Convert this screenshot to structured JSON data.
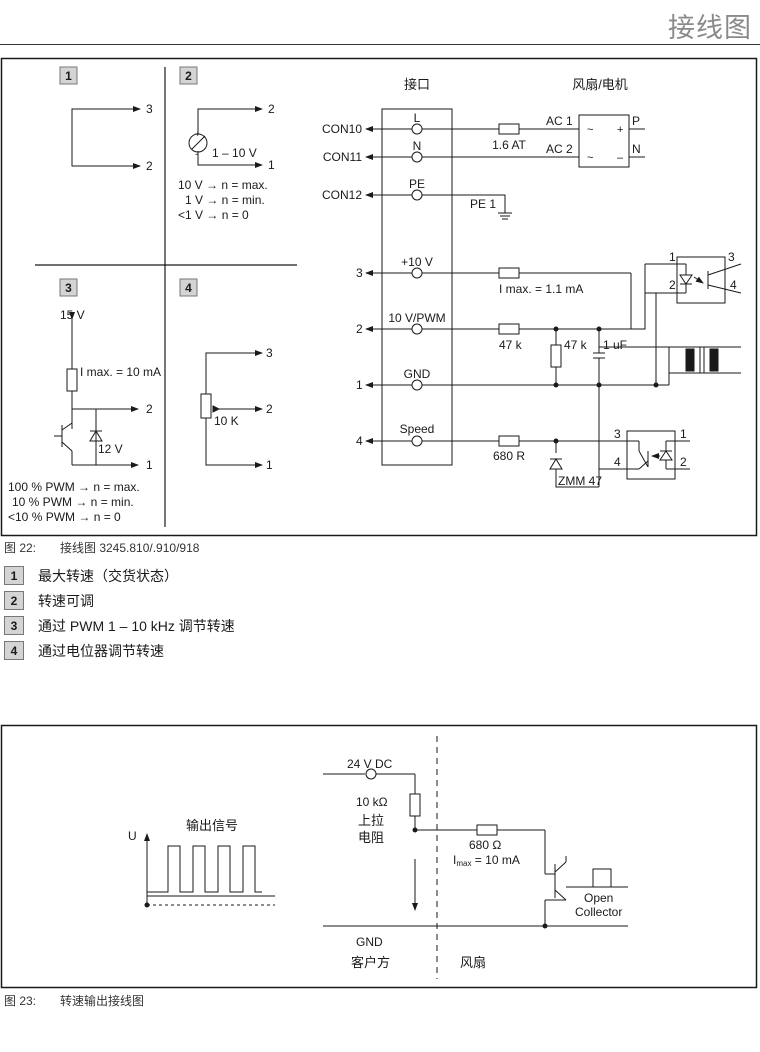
{
  "header": {
    "title": "接线图"
  },
  "fig22": {
    "caption_no": "图 22:",
    "caption_text": "接线图 3245.810/.910/918",
    "panel_labels": [
      "1",
      "2",
      "3",
      "4"
    ],
    "p2": {
      "pot_label": "1 – 10 V",
      "pin_top": "2",
      "pin_bottom": "1",
      "rules": [
        "10 V → n = max.",
        "1 V → n = min.",
        "<1 V → n = 0"
      ]
    },
    "p1": {
      "pin_top": "3",
      "pin_bottom": "2"
    },
    "p3": {
      "supply": "15 V",
      "imax": "I max. = 10 mA",
      "zener": "12 V",
      "pin_mid": "2",
      "pin_bottom": "1",
      "rules": [
        "100 % PWM → n = max.",
        "10 % PWM → n = min.",
        "<10 % PWM → n = 0"
      ]
    },
    "p4": {
      "pot": "10 K",
      "pins": [
        "3",
        "2",
        "1"
      ]
    },
    "main": {
      "interface_header": "接口",
      "fan_header": "风扇/电机",
      "L": "L",
      "N": "N",
      "PE": "PE",
      "con10": "CON10",
      "con11": "CON11",
      "con12": "CON12",
      "fuse": "1.6 AT",
      "ac1": "AC 1",
      "ac2": "AC 2",
      "P": "P",
      "Nout": "N",
      "pe1": "PE 1",
      "p10v": "+10 V",
      "pin3": "3",
      "imax": "I max. = 1.1 mA",
      "pwm": "10 V/PWM",
      "pin2": "2",
      "r47a": "47 k",
      "r47b": "47 k",
      "c1": "1 uF",
      "gnd": "GND",
      "pin1": "1",
      "speed": "Speed",
      "pin4": "4",
      "r680": "680 R",
      "zmm": "ZMM 47",
      "opto_top": [
        "1",
        "3",
        "2",
        "4"
      ],
      "opto_bot": [
        "3",
        "1",
        "4",
        "2"
      ],
      "ac_tilde_plus": "~",
      "ac_plus": "+",
      "ac_minus": "–"
    }
  },
  "legend": [
    {
      "num": "1",
      "text": "最大转速（交货状态）"
    },
    {
      "num": "2",
      "text": "转速可调"
    },
    {
      "num": "3",
      "text": "通过 PWM 1 – 10 kHz 调节转速"
    },
    {
      "num": "4",
      "text": "通过电位器调节转速"
    }
  ],
  "fig23": {
    "caption_no": "图 23:",
    "caption_text": "转速输出接线图",
    "u": "U",
    "signal": "输出信号",
    "supply": "24 V DC",
    "r_pull": "10 kΩ",
    "pull_1": "上拉",
    "pull_2": "电阻",
    "r680": "680 Ω",
    "imax_i": "I",
    "imax_sub": "max",
    "imax_rest": " = 10 mA",
    "oc1": "Open",
    "oc2": "Collector",
    "gnd": "GND",
    "client": "客户方",
    "fan": "风扇"
  }
}
